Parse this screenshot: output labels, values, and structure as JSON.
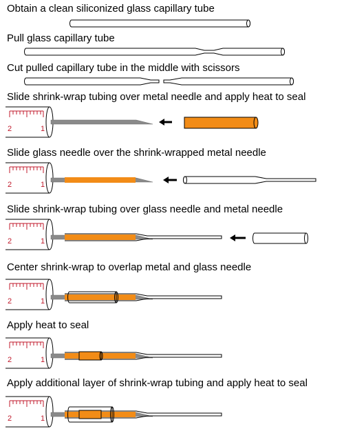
{
  "colors": {
    "scale": "#c0192b",
    "shrink_wrap": "#f28c17",
    "metal": "#8a8a8a",
    "outline": "#000000"
  },
  "scale_ticks": {
    "left": "2",
    "right": "1"
  },
  "steps": [
    {
      "label": "Obtain a clean siliconized glass capillary tube"
    },
    {
      "label": "Pull glass capillary tube"
    },
    {
      "label": "Cut pulled capillary tube in the middle with scissors"
    },
    {
      "label": "Slide shrink-wrap tubing over metal needle and apply heat to seal"
    },
    {
      "label": "Slide glass needle over the shrink-wrapped metal needle"
    },
    {
      "label": "Slide shrink-wrap tubing over glass needle and metal needle"
    },
    {
      "label": "Center shrink-wrap to overlap metal and glass needle"
    },
    {
      "label": "Apply heat to seal"
    },
    {
      "label": "Apply additional layer of shrink-wrap tubing and apply heat to seal"
    }
  ]
}
